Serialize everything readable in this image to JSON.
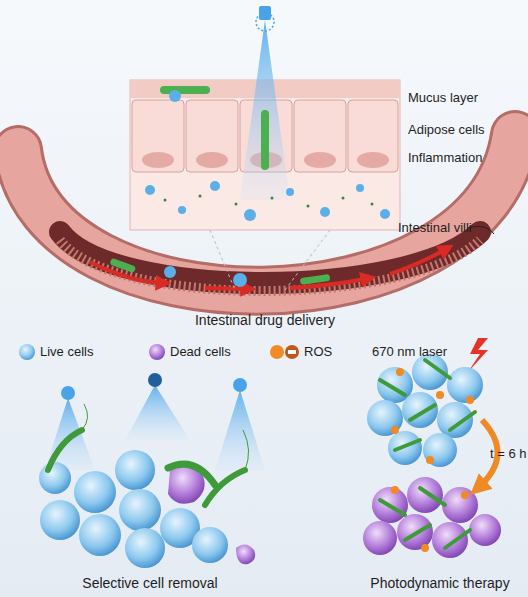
{
  "diagram": {
    "labels": [
      "Mucus layer",
      "Adipose cells",
      "Inflammation",
      "Intestinal villi",
      "Intestinal drug delivery",
      "Selective cell removal",
      "670 nm laser",
      "t = 6 h",
      "Photodynamic therapy"
    ],
    "legend": [
      {
        "text": "Live cells"
      },
      {
        "text": "Dead cells"
      },
      {
        "text": "ROS"
      }
    ]
  }
}
